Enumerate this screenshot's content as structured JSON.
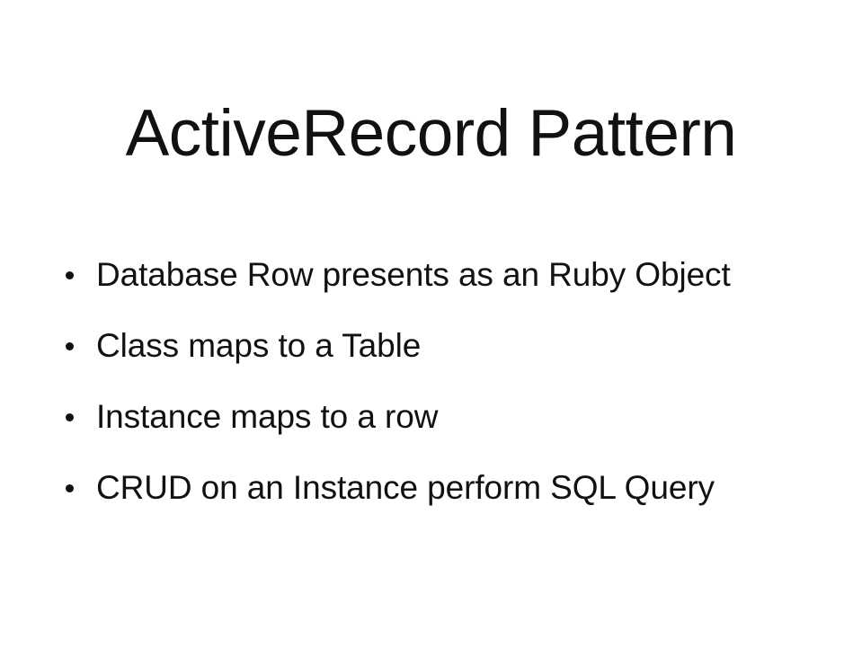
{
  "slide": {
    "title": "ActiveRecord Pattern",
    "background_color": "#ffffff",
    "text_color": "#111111",
    "bullet_marker": "•",
    "bullets": [
      {
        "text": "Database Row presents as an Ruby Object"
      },
      {
        "text": "Class maps to a Table"
      },
      {
        "text": "Instance maps to a row"
      },
      {
        "text": "CRUD on an Instance perform SQL Query"
      }
    ]
  }
}
